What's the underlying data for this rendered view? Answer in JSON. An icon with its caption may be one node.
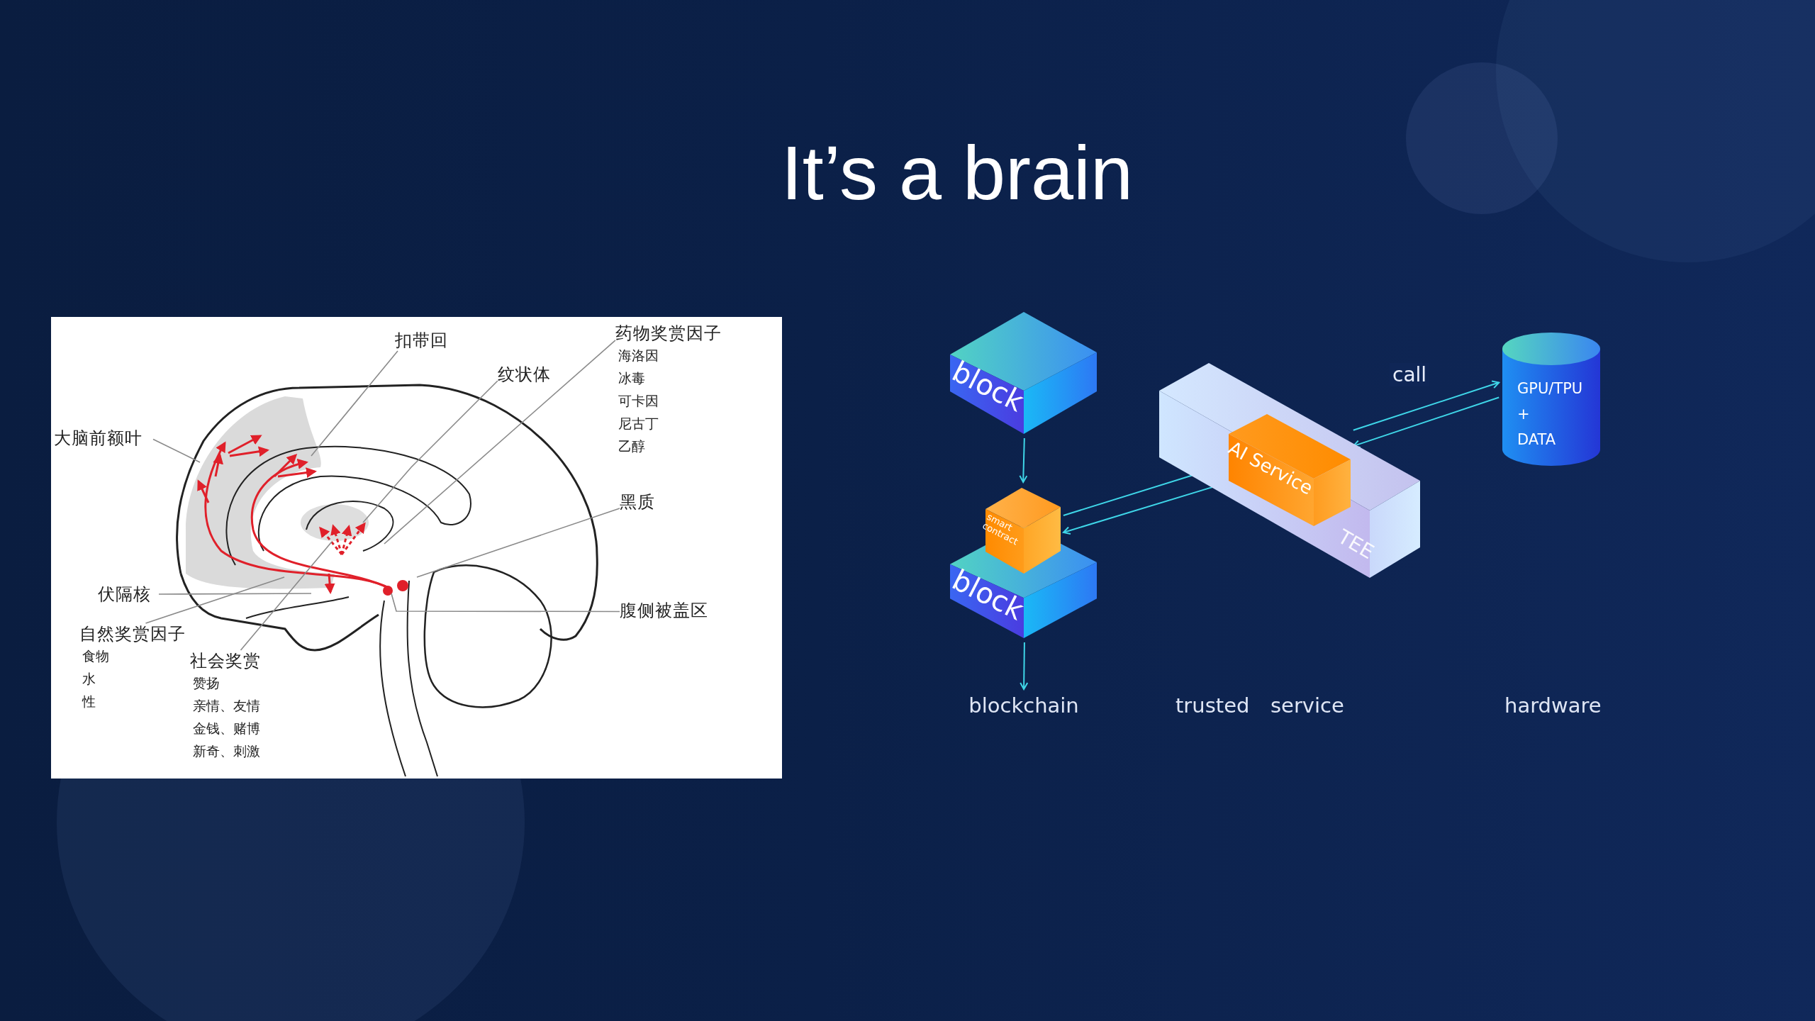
{
  "diagram": {
    "title": "It’s a brain",
    "nodes": [
      {
        "text": [
          "扣带回"
        ]
      },
      {
        "text": [
          "纹状体"
        ]
      },
      {
        "text": [
          "药物奖赏因子",
          "海洛因",
          "冰毒",
          "可卡因",
          "尼古丁",
          "乙醇"
        ]
      },
      {
        "text": [
          "大脑前额叶"
        ]
      },
      {
        "text": [
          "黑质"
        ]
      },
      {
        "text": [
          "伏隔核"
        ]
      },
      {
        "text": [
          "腹侧被盖区"
        ]
      },
      {
        "text": [
          "自然奖赏因子",
          "食物",
          "水",
          "性"
        ]
      },
      {
        "text": [
          "社会奖赏",
          "赞扬",
          "亲情、友情",
          "金钱、赌博",
          "新奇、刺激"
        ]
      },
      {
        "text": [
          "block"
        ]
      },
      {
        "text": [
          "smart contract"
        ]
      },
      {
        "text": [
          "block"
        ]
      },
      {
        "text": [
          "TEE"
        ]
      },
      {
        "text": [
          "AI Service"
        ],
        "in": 12
      },
      {
        "text": [
          "GPU/TPU + DATA"
        ]
      },
      {
        "text": [
          "blockchain"
        ]
      }
    ],
    "edges": [
      {
        "from": 0,
        "to": null,
        "arrow": "none"
      },
      {
        "from": 1,
        "to": null,
        "arrow": "none"
      },
      {
        "from": 2,
        "to": null,
        "arrow": "none"
      },
      {
        "from": 3,
        "to": null,
        "arrow": "none"
      },
      {
        "from": 4,
        "to": null,
        "arrow": "none"
      },
      {
        "from": 5,
        "to": null,
        "arrow": "none"
      },
      {
        "from": 6,
        "to": null,
        "arrow": "none"
      },
      {
        "from": 7,
        "to": null,
        "arrow": "none"
      },
      {
        "from": 8,
        "to": null,
        "arrow": "none"
      },
      {
        "from": 9,
        "to": 10,
        "arrow": "to",
        "color": "#3fd6e8"
      },
      {
        "from": 11,
        "to": 15,
        "arrow": "to",
        "color": "#3fd6e8"
      },
      {
        "from": 10,
        "to": 13,
        "arrow": "to",
        "color": "#3fd6e8"
      },
      {
        "from": 13,
        "to": 10,
        "arrow": "to",
        "color": "#3fd6e8"
      },
      {
        "from": 13,
        "to": 14,
        "arrow": "to",
        "label": "call",
        "color": "#3fd6e8"
      },
      {
        "from": 14,
        "to": 13,
        "arrow": "to",
        "color": "#3fd6e8"
      }
    ],
    "labels": [
      "trusted",
      "service",
      "hardware"
    ]
  }
}
